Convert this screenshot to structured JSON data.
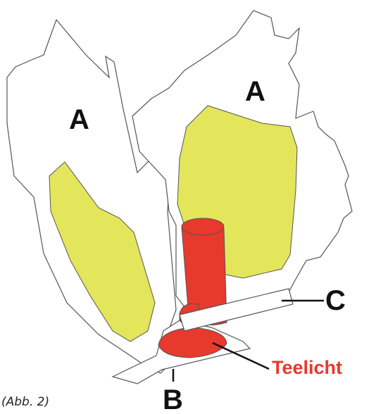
{
  "labels": {
    "part_a_left": "A",
    "part_a_right": "A",
    "part_b": "B",
    "part_c": "C",
    "teelicht": "Teelicht"
  },
  "caption": "(Abb. 2)",
  "colors": {
    "outline": "#555555",
    "fill_yellow": "#e3e65a",
    "fill_red": "#e8392d",
    "label_red": "#e8392d",
    "label_black": "#111111"
  }
}
